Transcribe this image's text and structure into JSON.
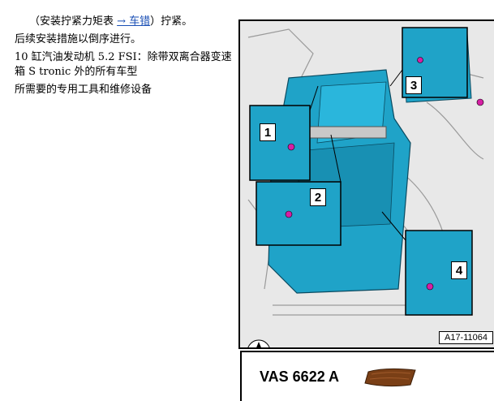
{
  "text": {
    "torque_prefix": "（安装拧紧力矩表 ",
    "torque_link": "→ 车错",
    "torque_suffix": "）拧紧。",
    "reverse_install": "后续安装措施以倒序进行。",
    "engine_title": "10 缸汽油发动机 5.2 FSI：除带双离合器变速箱 S tronic 外的所有车型",
    "tools_heading": "所需要的专用工具和维修设备"
  },
  "figure": {
    "callouts": [
      "1",
      "2",
      "3",
      "4"
    ],
    "figure_id": "A17-11064",
    "accent_color": "#1fa3c8",
    "highlight_color": "#d61fa4",
    "icon": "north-arrow-icon"
  },
  "tool": {
    "label": "VAS 6622 A",
    "icon": "tool-shape-icon",
    "color": "#7a3f16"
  }
}
